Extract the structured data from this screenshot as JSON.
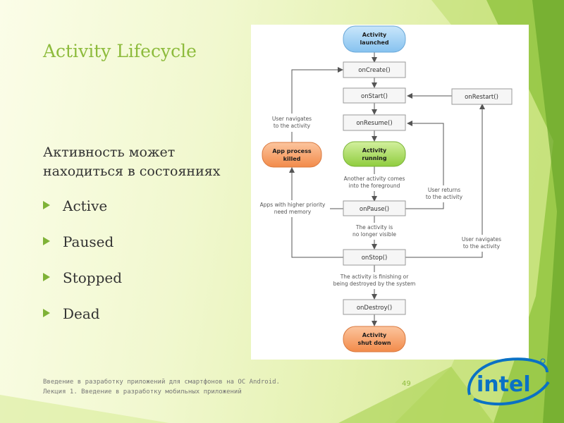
{
  "slide": {
    "title": "Activity Lifecycle",
    "intro_line1": "Активность может",
    "intro_line2": "находиться в состояниях",
    "states": [
      "Active",
      "Paused",
      "Stopped",
      "Dead"
    ],
    "footer_line1": "Введение в разработку приложений для смартфонов на ОС Android.",
    "footer_line2": "Лекция 1. Введение в разработку мобильных приложений",
    "page_number": "49",
    "logo_text": "intel"
  },
  "diagram": {
    "nodes": {
      "launched_line1": "Activity",
      "launched_line2": "launched",
      "on_create": "onCreate()",
      "on_start": "onStart()",
      "on_restart": "onRestart()",
      "on_resume": "onResume()",
      "running_line1": "Activity",
      "running_line2": "running",
      "killed_line1": "App process",
      "killed_line2": "killed",
      "on_pause": "onPause()",
      "on_stop": "onStop()",
      "on_destroy": "onDestroy()",
      "shutdown_line1": "Activity",
      "shutdown_line2": "shut down"
    },
    "notes": {
      "user_navigates_activity_line1": "User navigates",
      "user_navigates_activity_line2": "to the activity",
      "another_activity_line1": "Another activity comes",
      "another_activity_line2": "into the foreground",
      "user_returns_line1": "User returns",
      "user_returns_line2": "to the activity",
      "higher_priority_line1": "Apps with higher priority",
      "higher_priority_line2": "need memory",
      "no_longer_visible_line1": "The activity is",
      "no_longer_visible_line2": "no longer visible",
      "user_navigates_right_line1": "User navigates",
      "user_navigates_right_line2": "to the activity",
      "finishing_line1": "The activity is finishing or",
      "finishing_line2": "being destroyed by the system"
    }
  },
  "colors": {
    "title": "#8dbb3c",
    "launched": "#9fd0f4",
    "running": "#a8dc5a",
    "killed": "#f6a36d",
    "shutdown": "#f6a36d",
    "intel_blue": "#0a71c5"
  }
}
